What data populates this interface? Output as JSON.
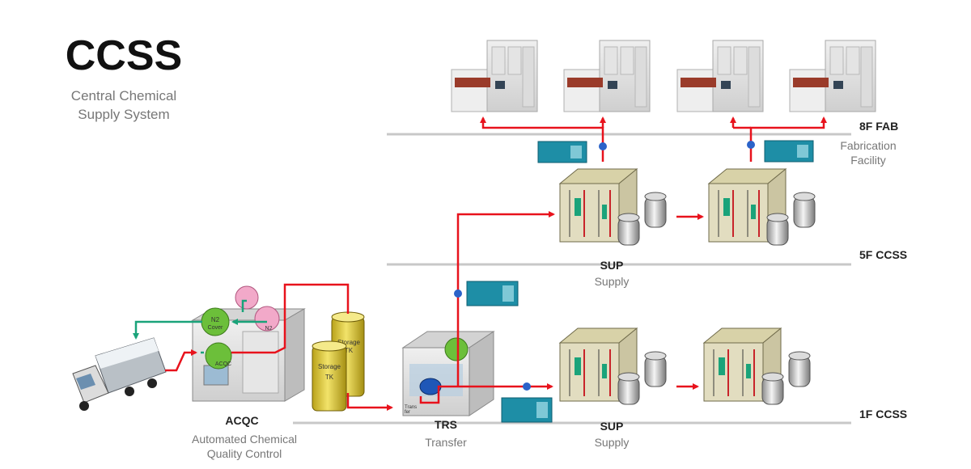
{
  "title": "CCSS",
  "subtitle": [
    "Central Chemical",
    "Supply System"
  ],
  "floors": {
    "fab": {
      "name": "8F FAB",
      "desc": [
        "Fabrication",
        "Facility"
      ]
    },
    "ccss5": {
      "name": "5F CCSS"
    },
    "ccss1": {
      "name": "1F CCSS"
    }
  },
  "units": {
    "acqc": {
      "name": "ACQC",
      "desc": [
        "Automated Chemical",
        "Quality Control"
      ],
      "badge_n2": [
        "N2",
        "Cover"
      ],
      "badge_acqc": "ACQC",
      "badge_n": "N2"
    },
    "storage": {
      "label": [
        "Storage",
        "TK"
      ]
    },
    "trs": {
      "name": "TRS",
      "desc": "Transfer",
      "tag": [
        "Trans",
        "fer"
      ]
    },
    "sup5": {
      "name": "SUP",
      "desc": "Supply"
    },
    "sup1": {
      "name": "SUP",
      "desc": "Supply"
    }
  },
  "colors": {
    "flow": "#e8121c",
    "return": "#1aa37a",
    "valve": "#2b63c9",
    "floor_line": "#c8c8c8",
    "controller": "#1e8ea6"
  }
}
